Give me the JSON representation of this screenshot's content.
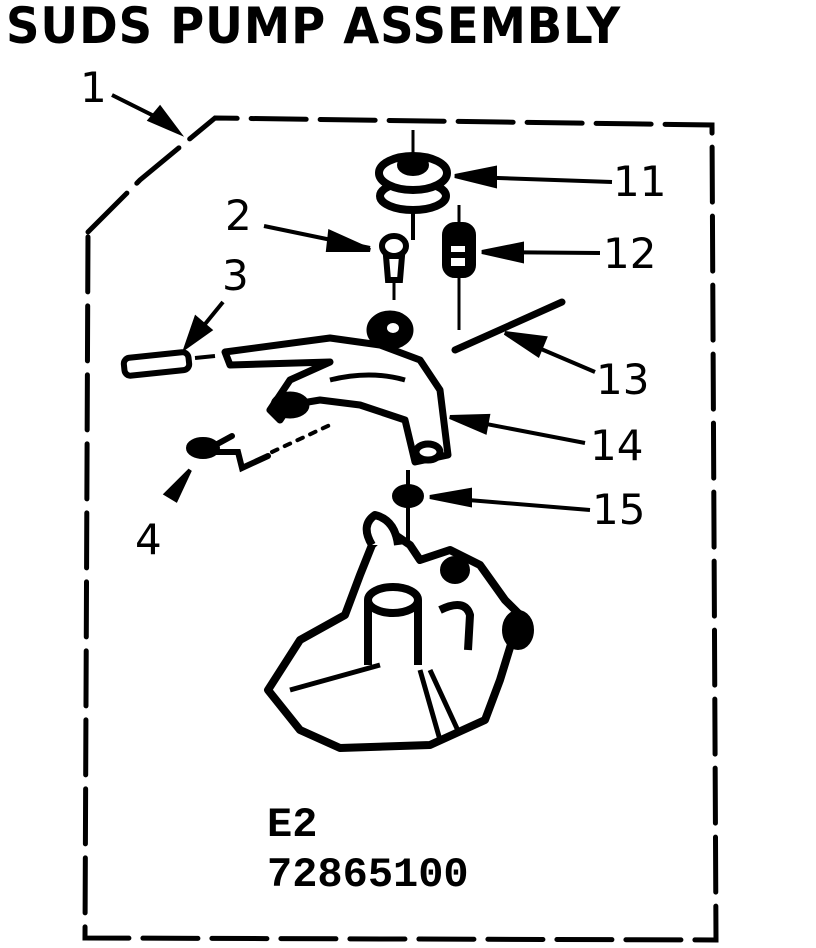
{
  "title": "SUDS PUMP ASSEMBLY",
  "callouts": [
    {
      "id": "1",
      "label": "1"
    },
    {
      "id": "2",
      "label": "2"
    },
    {
      "id": "3",
      "label": "3"
    },
    {
      "id": "4",
      "label": "4"
    },
    {
      "id": "11",
      "label": "11"
    },
    {
      "id": "12",
      "label": "12"
    },
    {
      "id": "13",
      "label": "13"
    },
    {
      "id": "14",
      "label": "14"
    },
    {
      "id": "15",
      "label": "15"
    }
  ],
  "figure": {
    "code": "E2",
    "part_number": "72865100"
  },
  "colors": {
    "ink": "#000000",
    "paper": "#ffffff"
  }
}
